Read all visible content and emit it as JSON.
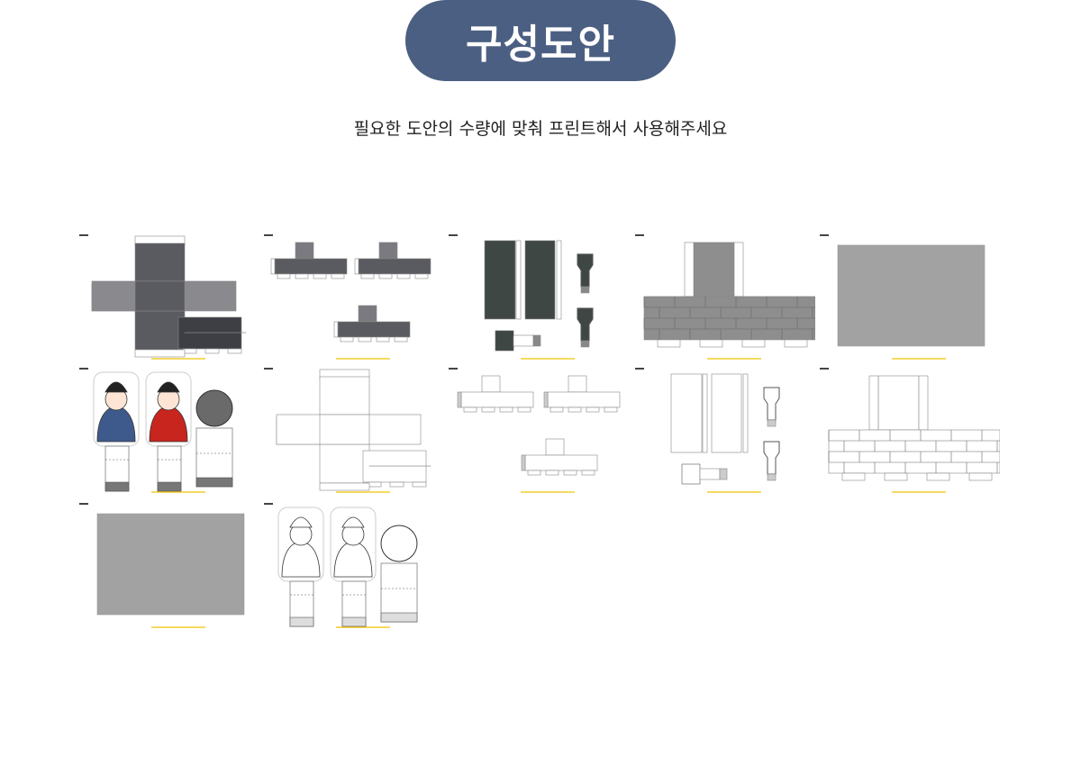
{
  "header": {
    "title": "구성도안"
  },
  "subtitle": "필요한 도안의 수량에 맞춰 프린트해서 사용해주세요",
  "colors": {
    "title_pill": "#4b5f82",
    "dark_part": "#5a5b60",
    "gray_sheet": "#a2a2a2",
    "robe_blue": "#3e5a8c",
    "robe_red": "#c8251e",
    "caption_line": "#f0c400"
  },
  "sheets": [
    {
      "kind": "cube-cross-color"
    },
    {
      "kind": "t-boxes-color"
    },
    {
      "kind": "tall-pieces-color"
    },
    {
      "kind": "brick-wall-color"
    },
    {
      "kind": "gray-panel"
    },
    {
      "kind": "characters-color"
    },
    {
      "kind": "cube-cross-outline"
    },
    {
      "kind": "t-boxes-outline"
    },
    {
      "kind": "tall-pieces-outline"
    },
    {
      "kind": "brick-wall-outline"
    },
    {
      "kind": "gray-panel"
    },
    {
      "kind": "characters-outline"
    }
  ]
}
